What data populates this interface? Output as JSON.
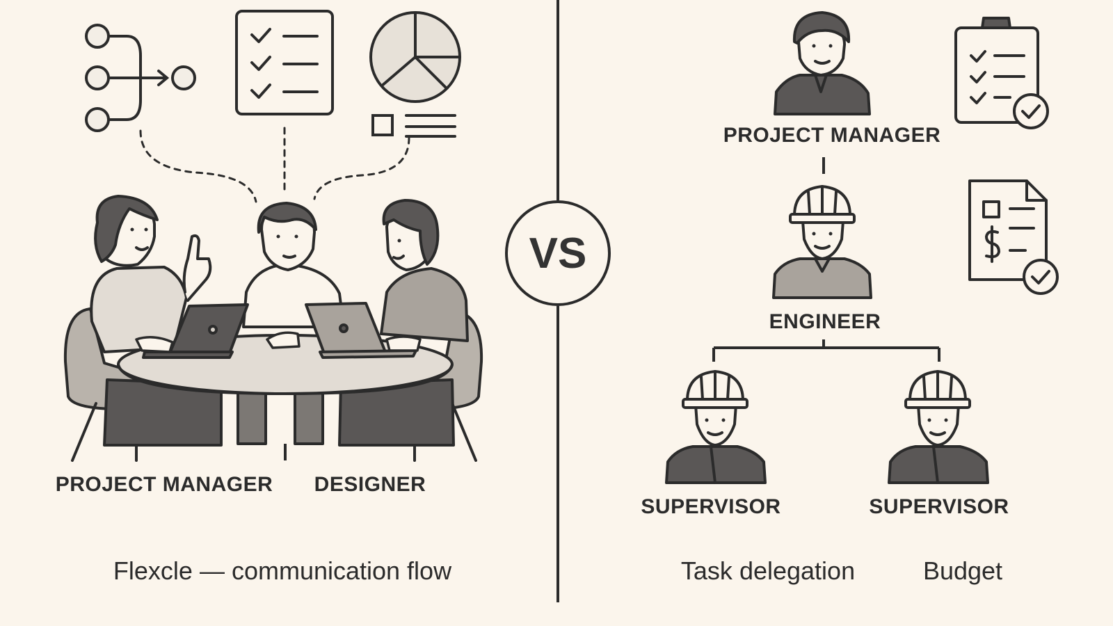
{
  "left_panel": {
    "roles": {
      "project_manager": "PROJECT MANAGER",
      "designer": "DESIGNER"
    },
    "caption": "Flexcle — communication flow",
    "icons": [
      "flow-chart-icon",
      "checklist-icon",
      "pie-chart-icon",
      "legend-icon",
      "laptop-icon"
    ]
  },
  "divider": {
    "label": "VS"
  },
  "right_panel": {
    "roles": {
      "project_manager": "PROJECT MANAGER",
      "engineer": "ENGINEER",
      "supervisor_left": "SUPERVISOR",
      "supervisor_right": "SUPERVISOR"
    },
    "captions": {
      "task_delegation": "Task delegation",
      "budget": "Budget"
    },
    "icons": [
      "clipboard-check-icon",
      "budget-document-icon",
      "hard-hat-icon"
    ]
  },
  "colors": {
    "background": "#fbf5ec",
    "ink": "#2b2b2b",
    "dark_fill": "#5a5756",
    "mid_fill": "#8b8886",
    "light_fill": "#d9d3cb",
    "panel_fill": "#f3eee6"
  }
}
